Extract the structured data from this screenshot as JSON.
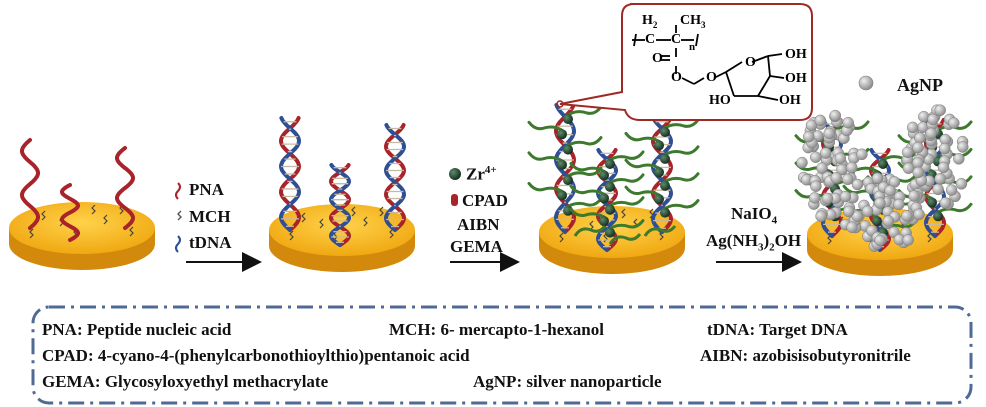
{
  "step1": {
    "items": [
      {
        "label": "PNA",
        "strand": "red"
      },
      {
        "label": "MCH",
        "strand": "gray"
      },
      {
        "label": "tDNA",
        "strand": "blue"
      }
    ]
  },
  "step2": {
    "zr_label": "Zr",
    "zr_charge": "4+",
    "lines": [
      "CPAD",
      "AIBN",
      "GEMA"
    ]
  },
  "step3": {
    "line1_main": "NaIO",
    "line1_sub": "4",
    "line2_a": "Ag(NH",
    "line2_sub": "3",
    "line2_b": ")",
    "line2_sub2": "2",
    "line2_c": "OH"
  },
  "agnp_label": "AgNP",
  "molecule": {
    "h2": "H",
    "h2_sub": "2",
    "ch3": "CH",
    "ch3_sub": "3",
    "c1": "C",
    "c2": "C",
    "n": "n",
    "o_carbonyl": "O",
    "o_ester": "O",
    "o_ether": "O",
    "o_ring": "O",
    "oh_top": "OH",
    "oh_right": "OH",
    "oh_bottom_right": "OH",
    "ho_left": "HO"
  },
  "legend": {
    "row1": [
      {
        "abbr": "PNA",
        "full": "Peptide nucleic acid"
      },
      {
        "abbr": "MCH",
        "full": "6- mercapto-1-hexanol"
      },
      {
        "abbr": "tDNA",
        "full": "Target DNA"
      }
    ],
    "row2": [
      {
        "abbr": "CPAD",
        "full": "4-cyano-4-(phenylcarbonothioylthio)pentanoic acid"
      },
      {
        "abbr": "AIBN",
        "full": "azobisisobutyronitrile"
      }
    ],
    "row3": [
      {
        "abbr": "GEMA",
        "full": "Glycosyloxyethyl methacrylate"
      },
      {
        "abbr": "AgNP",
        "full": "silver nanoparticle"
      }
    ]
  },
  "colors": {
    "disk_top": "#f3b21c",
    "disk_side": "#d38a0c",
    "pna_red": "#a8232a",
    "tdna_blue": "#2e4f95",
    "polymer_green": "#3d7a2d",
    "zr_dark": "#1c3a2c",
    "agnp_gray": "#a9a9a9",
    "border_blue": "#4f6a95",
    "callout_red": "#9e2a26"
  }
}
